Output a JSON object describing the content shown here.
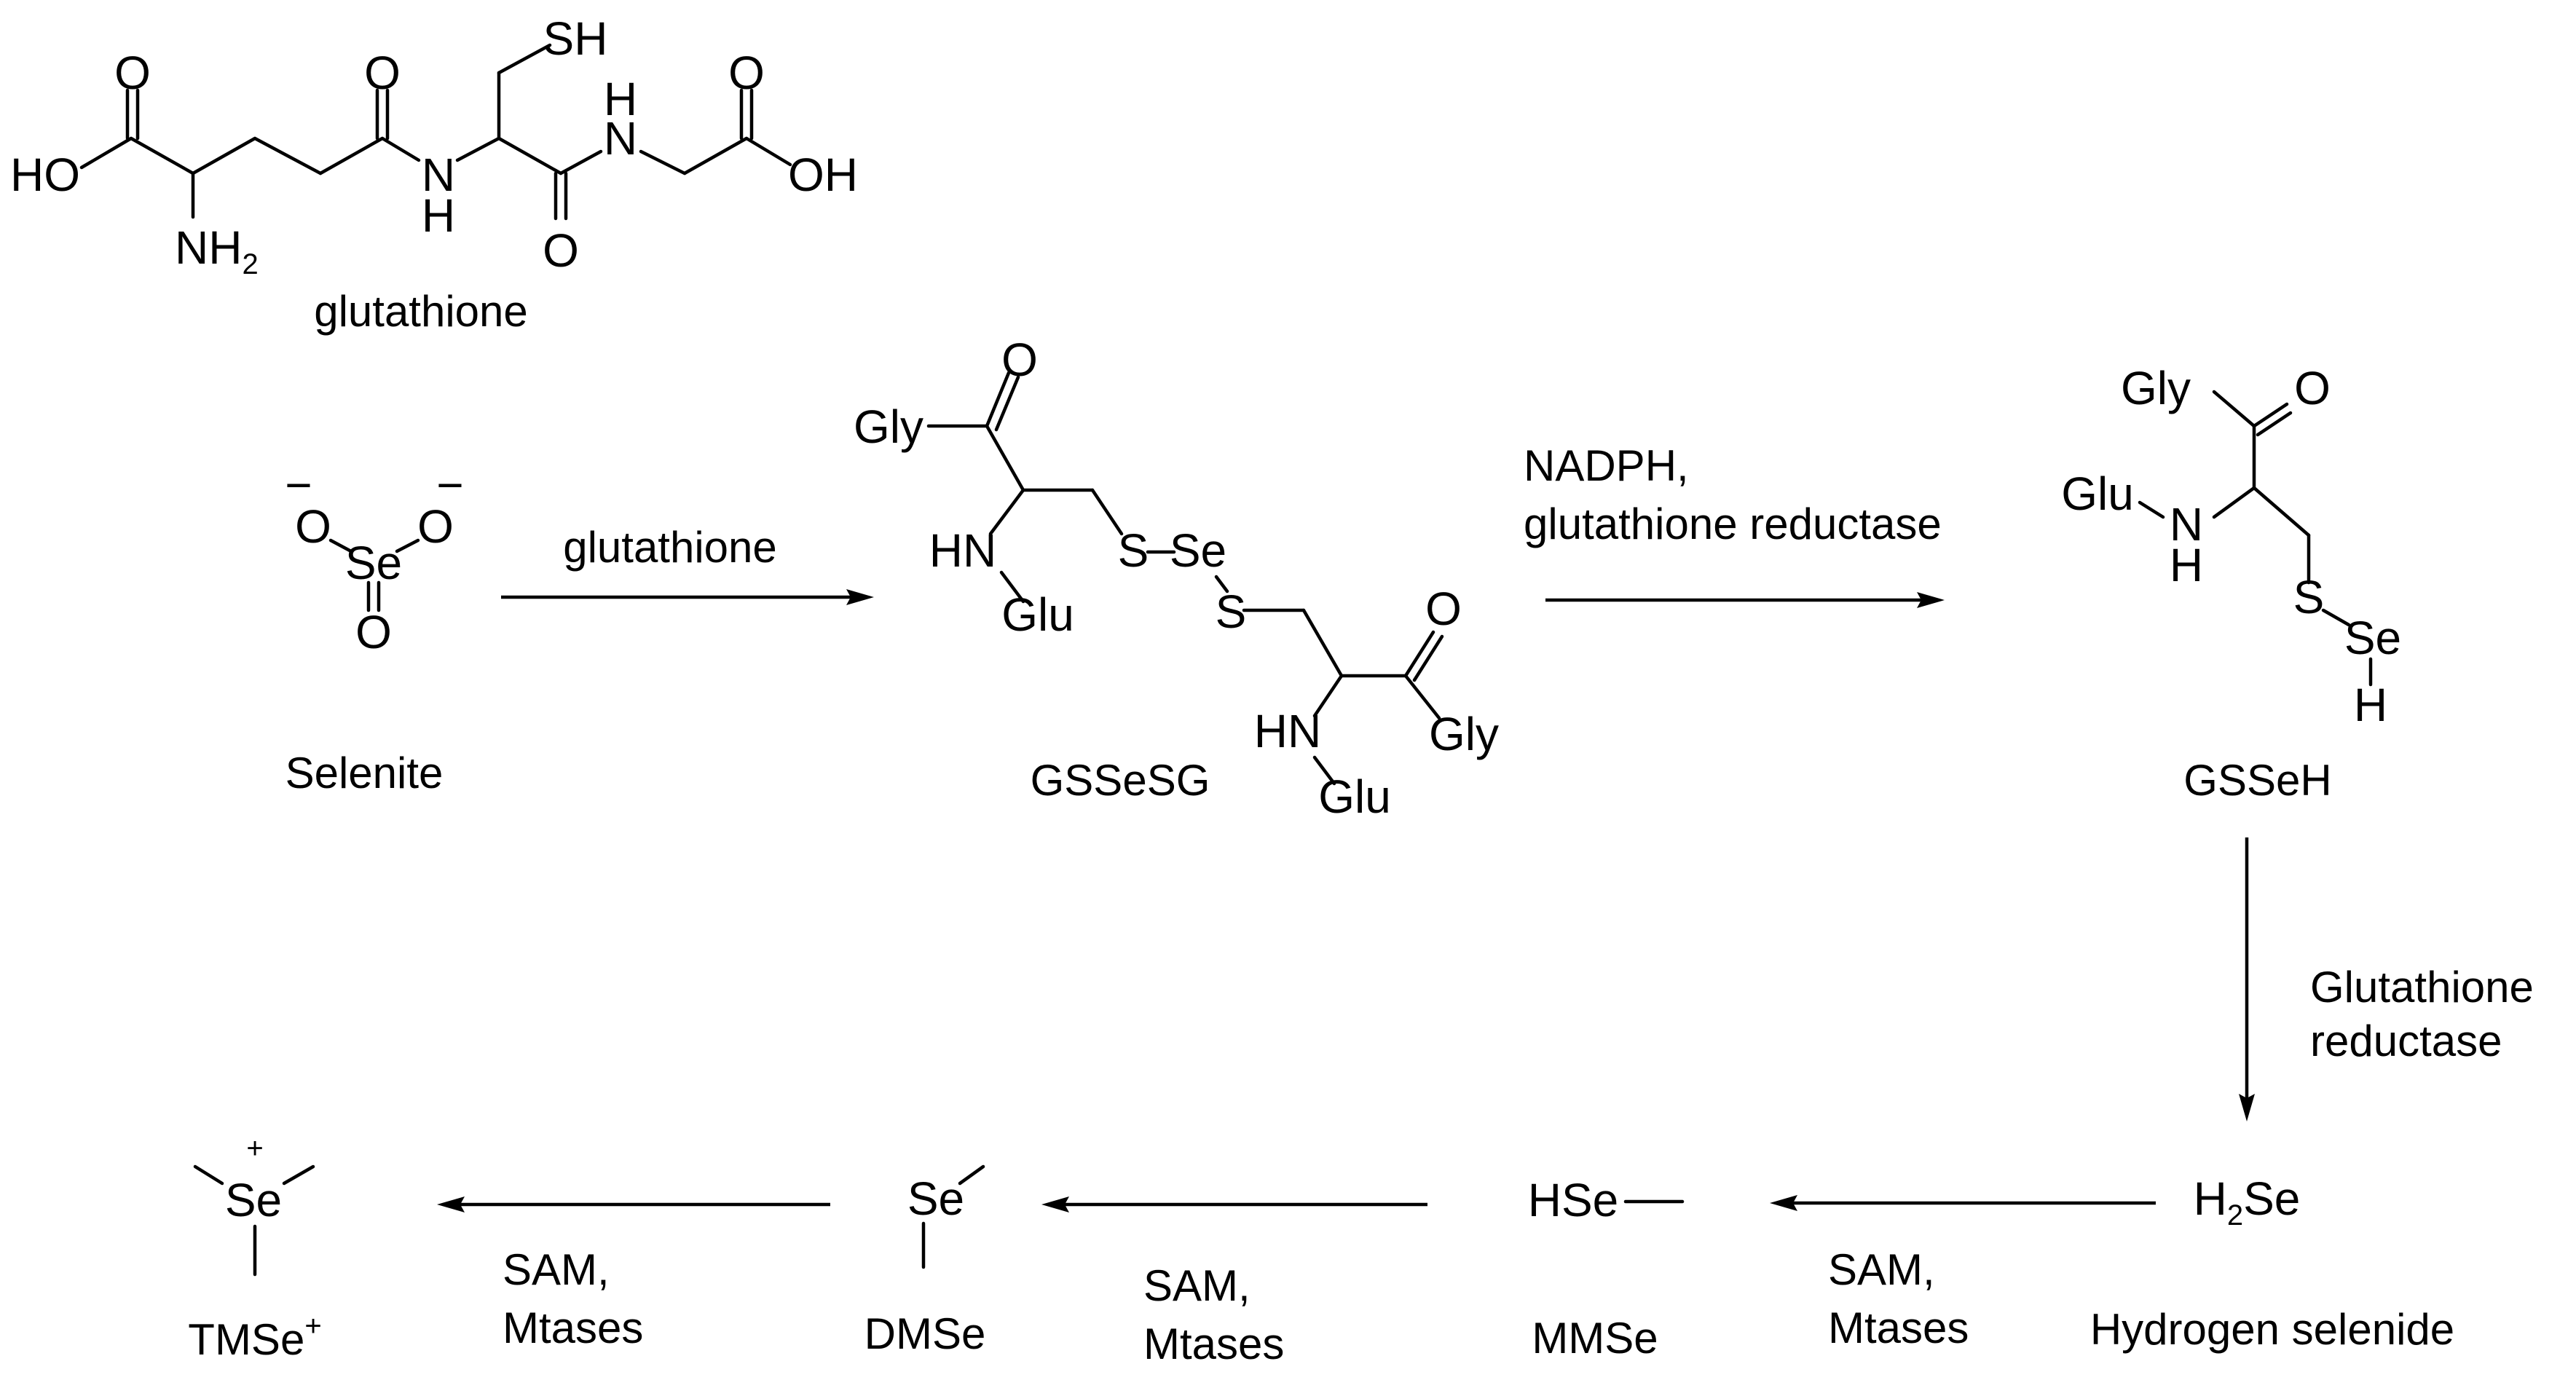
{
  "structures": {
    "glutathione": {
      "name": "glutathione",
      "atoms": {
        "o1": "O",
        "ho": "HO",
        "nh": "NH",
        "nh_sub": "2",
        "o2": "O",
        "n": "N",
        "h_n": "H",
        "sh": "SH",
        "o3": "O",
        "n2": "N",
        "h_n2": "H",
        "o4": "O",
        "oh": "OH"
      }
    },
    "selenite": {
      "name": "Selenite",
      "atoms": {
        "o_left": "O",
        "o_right": "O",
        "se": "Se",
        "o_bottom": "O",
        "minus": "−"
      }
    },
    "gssesg": {
      "name": "GSSeSG",
      "atoms": {
        "gly_top": "Gly",
        "o_top": "O",
        "hn_top": "HN",
        "glu_top": "Glu",
        "s1": "S",
        "se": "Se",
        "s2": "S",
        "o_bot": "O",
        "hn_bot": "HN",
        "gly_bot": "Gly",
        "glu_bot": "Glu"
      }
    },
    "gsseh": {
      "name": "GSSeH",
      "atoms": {
        "gly": "Gly",
        "o": "O",
        "glu": "Glu",
        "n": "N",
        "h_n": "H",
        "s": "S",
        "se": "Se",
        "h_se": "H"
      }
    },
    "h2se": {
      "name": "Hydrogen selenide",
      "formula_h": "H",
      "formula_sub": "2",
      "formula_se": "Se"
    },
    "mmse": {
      "name": "MMSe",
      "formula": "HSe"
    },
    "dmse": {
      "name": "DMSe",
      "formula": "Se"
    },
    "tmse": {
      "name": "TMSe",
      "name_sup": "+",
      "formula": "Se",
      "charge": "+"
    }
  },
  "reactions": {
    "r1": {
      "line1": "glutathione"
    },
    "r2": {
      "line1": "NADPH,",
      "line2": "glutathione reductase"
    },
    "r3": {
      "line1": "Glutathione",
      "line2": "reductase"
    },
    "r4": {
      "line1": "SAM,",
      "line2": "Mtases"
    },
    "r5": {
      "line1": "SAM,",
      "line2": "Mtases"
    },
    "r6": {
      "line1": "SAM,",
      "line2": "Mtases"
    }
  }
}
